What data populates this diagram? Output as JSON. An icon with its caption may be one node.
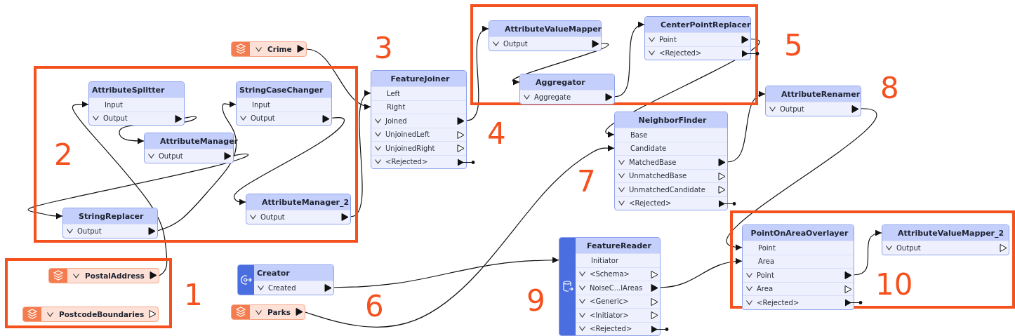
{
  "diagram": {
    "nodes": [
      {
        "text": [],
        "shape": "box"
      },
      {
        "text": [
          "AttributeSplitter",
          "Input",
          "Output"
        ],
        "in": 0
      },
      {
        "text": [
          "StringCaseChanger",
          "Input",
          "Output"
        ],
        "in": 0
      },
      {
        "text": [
          "AttributeManager",
          "Output"
        ],
        "in": 0
      },
      {
        "text": [
          "StringReplacer",
          "Output"
        ],
        "in": 0
      },
      {
        "text": [
          "AttributeManager_2",
          "Output"
        ],
        "in": 0
      },
      {
        "text": [
          "Crime"
        ]
      },
      {
        "text": [
          "FeatureJoiner",
          "Left",
          "Right",
          "Joined",
          "UnjoinedLeft",
          "UnjoinedRight",
          "<Rejected>"
        ]
      },
      {
        "text": [],
        "shape": "box"
      },
      {
        "text": [
          "AttributeValueMapper",
          "Output"
        ],
        "in": 8
      },
      {
        "text": [
          "Aggregator",
          "Aggregate"
        ],
        "in": 8
      },
      {
        "text": [
          "CenterPointReplacer",
          "Point",
          "<Rejected>"
        ],
        "in": 8
      },
      {
        "text": [
          "AttributeRenamer",
          "Output"
        ]
      },
      {
        "text": [
          "NeighborFinder",
          "Base",
          "Candidate",
          "MatchedBase",
          "UnmatchedBase",
          "UnmatchedCandidate",
          "<Rejected>"
        ]
      },
      {
        "text": [],
        "shape": "box"
      },
      {
        "text": [
          "PostalAddress"
        ],
        "in": 14
      },
      {
        "text": [
          "PostcodeBoundaries"
        ],
        "in": 14
      },
      {
        "text": [
          "Creator",
          "Created"
        ]
      },
      {
        "text": [
          "Parks"
        ]
      },
      {
        "text": [
          "FeatureReader",
          "Initiator",
          "<Schema>",
          "NoiseC...lAreas",
          "<Generic>",
          "<Initiator>",
          "<Rejected>"
        ]
      },
      {
        "text": [],
        "shape": "box"
      },
      {
        "text": [
          "PointOnAreaOverlayer",
          "Point",
          "Area",
          "Point",
          "Area",
          "<Rejected>"
        ],
        "in": 20
      },
      {
        "text": [
          "AttributeValueMapper_2",
          "Output"
        ],
        "in": 20
      }
    ],
    "edges": [
      {
        "from": 15,
        "to": 1,
        "arrow": "to"
      },
      {
        "from": 1,
        "to": 3,
        "arrow": "to"
      },
      {
        "from": 3,
        "to": 4,
        "arrow": "to"
      },
      {
        "from": 4,
        "to": 2,
        "arrow": "to"
      },
      {
        "from": 2,
        "to": 5,
        "arrow": "to"
      },
      {
        "from": 5,
        "to": 7,
        "arrow": "to"
      },
      {
        "from": 6,
        "to": 7,
        "arrow": "to"
      },
      {
        "from": 7,
        "to": 9,
        "arrow": "to"
      },
      {
        "from": 9,
        "to": 10,
        "arrow": "to"
      },
      {
        "from": 10,
        "to": 11,
        "arrow": "to"
      },
      {
        "from": 11,
        "to": 13,
        "arrow": "to"
      },
      {
        "from": 18,
        "to": 13,
        "arrow": "to"
      },
      {
        "from": 17,
        "to": 19,
        "arrow": "to"
      },
      {
        "from": 13,
        "to": 12,
        "arrow": "to"
      },
      {
        "from": 12,
        "to": 21,
        "arrow": "to"
      },
      {
        "from": 19,
        "to": 21,
        "arrow": "to"
      },
      {
        "from": 21,
        "to": 22,
        "arrow": "to"
      }
    ],
    "labels": [
      "3",
      "5",
      "8",
      "4",
      "2",
      "7",
      "10",
      "1",
      "9",
      "6"
    ]
  }
}
